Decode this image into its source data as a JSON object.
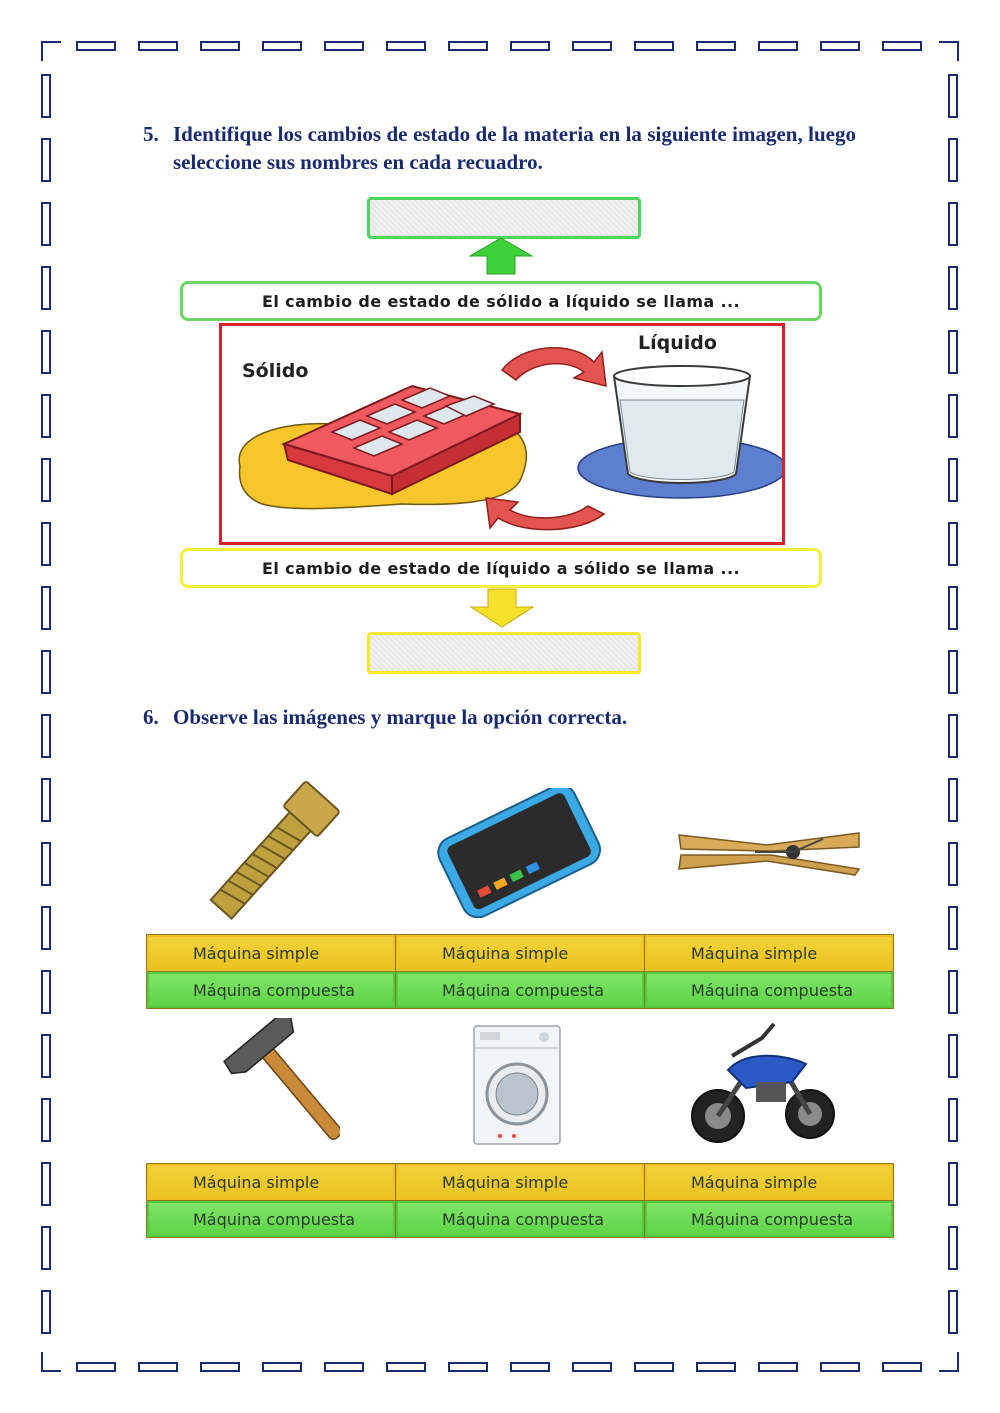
{
  "question5": {
    "number": "5.",
    "text": "Identifique los cambios de estado de la materia en la siguiente imagen, luego seleccione sus nombres en cada recuadro.",
    "banner_top": "El cambio de estado de sólido a líquido se llama ...",
    "banner_bottom": "El cambio de estado de líquido a sólido se llama ...",
    "label_solid": "Sólido",
    "label_liquid": "Líquido",
    "answer_top": "",
    "answer_bottom": ""
  },
  "question6": {
    "number": "6.",
    "text": "Observe las imágenes y marque la opción correcta.",
    "rows": [
      {
        "items": [
          {
            "image": "bolt-icon",
            "option_a": "Máquina simple",
            "option_b": "Máquina compuesta"
          },
          {
            "image": "smartphone-icon",
            "option_a": "Máquina simple",
            "option_b": "Máquina compuesta"
          },
          {
            "image": "clothespin-icon",
            "option_a": "Máquina simple",
            "option_b": "Máquina compuesta"
          }
        ]
      },
      {
        "items": [
          {
            "image": "hammer-icon",
            "option_a": "Máquina simple",
            "option_b": "Máquina compuesta"
          },
          {
            "image": "washing-machine-icon",
            "option_a": "Máquina simple",
            "option_b": "Máquina compuesta"
          },
          {
            "image": "motorcycle-icon",
            "option_a": "Máquina simple",
            "option_b": "Máquina compuesta"
          }
        ]
      }
    ]
  },
  "colors": {
    "heading": "#1a2a6e",
    "green_frame": "#4fd65a",
    "yellow_frame": "#f4ea2a",
    "red_frame": "#d9212b",
    "simple_option": "#f0c024",
    "compound_option": "#5dd448"
  }
}
